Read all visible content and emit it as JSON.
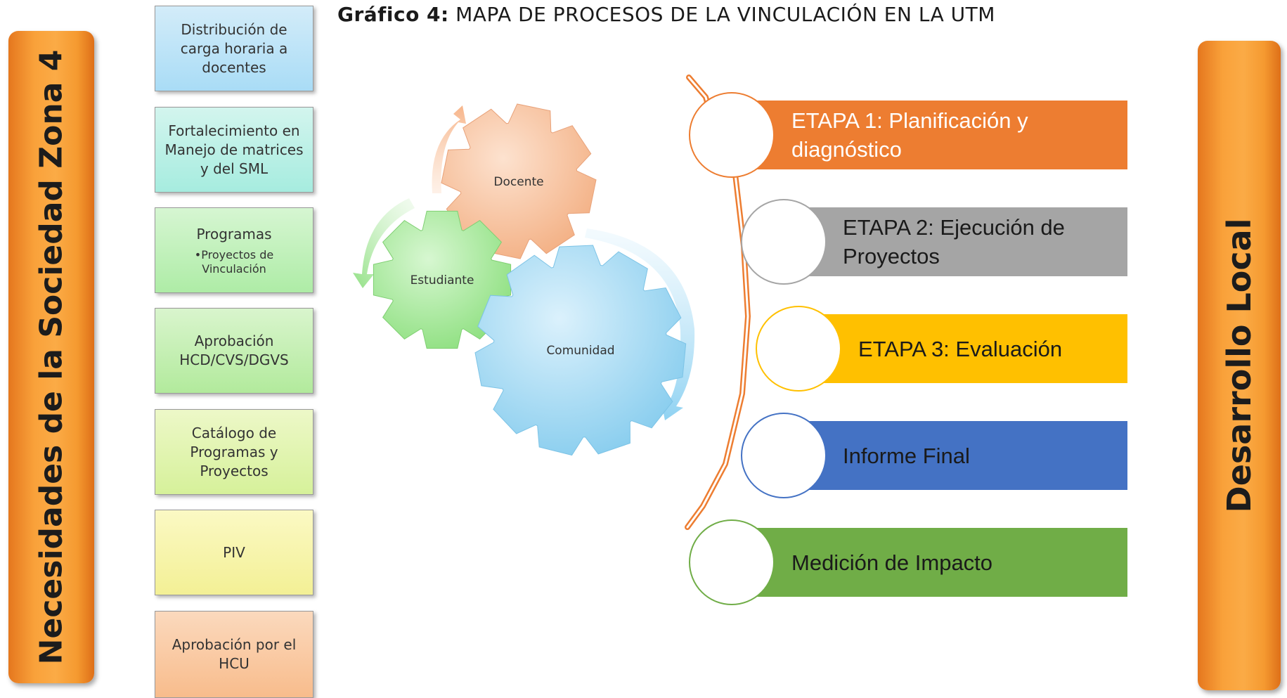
{
  "title": {
    "bold": "Gráfico 4:",
    "rest": " MAPA DE PROCESOS DE LA VINCULACIÓN EN LA UTM"
  },
  "left_bar": {
    "label": "Necesidades de la Sociedad Zona 4"
  },
  "right_bar": {
    "label": "Desarrollo Local"
  },
  "steps": [
    {
      "label": "Distribución de carga horaria a docentes",
      "color_top": "#d3ecf9",
      "color_bottom": "#a9dcf6"
    },
    {
      "label": "Fortalecimiento en Manejo de matrices y del SML",
      "color_top": "#d3f5ee",
      "color_bottom": "#a6ecdf"
    },
    {
      "label": "Programas",
      "sub": "•Proyectos de Vinculación",
      "color_top": "#d6f6d2",
      "color_bottom": "#aeeca6"
    },
    {
      "label": "Aprobación HCD/CVS/DGVS",
      "color_top": "#d9f5cd",
      "color_bottom": "#b2ea9c"
    },
    {
      "label": "Catálogo de Programas y Proyectos",
      "color_top": "#edf8c8",
      "color_bottom": "#d6f19a"
    },
    {
      "label": "PIV",
      "color_top": "#fbf9c4",
      "color_bottom": "#f3f095"
    },
    {
      "label": "Aprobación por el HCU",
      "color_top": "#fbd9bd",
      "color_bottom": "#f8bc8c"
    }
  ],
  "gears": [
    {
      "label": "Docente",
      "color": "#f9c5a3"
    },
    {
      "label": "Estudiante",
      "color": "#a8ec9e"
    },
    {
      "label": "Comunidad",
      "color": "#a9dcf5"
    }
  ],
  "stages": [
    {
      "label": "ETAPA 1: Planificación y diagnóstico",
      "color": "#ed7d31",
      "text_color": "#ffffff"
    },
    {
      "label": "ETAPA 2: Ejecución de Proyectos",
      "color": "#a5a5a5",
      "text_color": "#1a1a1a"
    },
    {
      "label": "ETAPA 3: Evaluación",
      "color": "#ffc000",
      "text_color": "#1a1a1a"
    },
    {
      "label": "Informe Final",
      "color": "#4472c4",
      "text_color": "#1a1a1a"
    },
    {
      "label": "Medición de Impacto",
      "color": "#70ad47",
      "text_color": "#1a1a1a"
    }
  ],
  "timeline_color": "#ed7d31"
}
